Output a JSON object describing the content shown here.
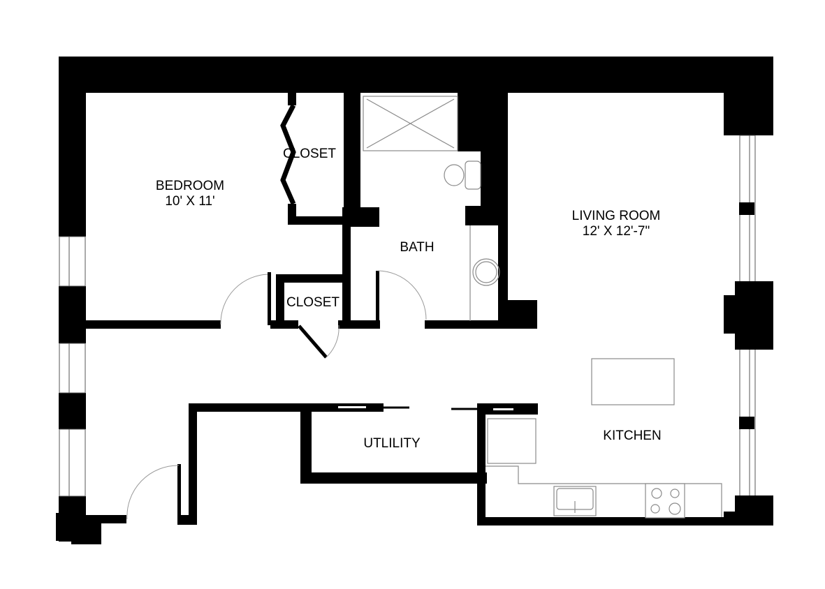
{
  "floorplan": {
    "rooms": [
      {
        "id": "bedroom",
        "name": "BEDROOM",
        "dimensions": "10' X 11'"
      },
      {
        "id": "closet-bedroom",
        "name": "CLOSET"
      },
      {
        "id": "closet-hall",
        "name": "CLOSET"
      },
      {
        "id": "bath",
        "name": "BATH"
      },
      {
        "id": "living-room",
        "name": "LIVING ROOM",
        "dimensions": "12' X 12'-7\""
      },
      {
        "id": "utility",
        "name": "UTLILITY"
      },
      {
        "id": "kitchen",
        "name": "KITCHEN"
      }
    ],
    "fixtures": [
      "shower",
      "toilet",
      "sink",
      "kitchen-sink",
      "cooktop",
      "refrigerator",
      "kitchen-island"
    ],
    "colors": {
      "wall": "#000000",
      "fixture_stroke": "#8a8a8a",
      "background": "#ffffff"
    }
  }
}
